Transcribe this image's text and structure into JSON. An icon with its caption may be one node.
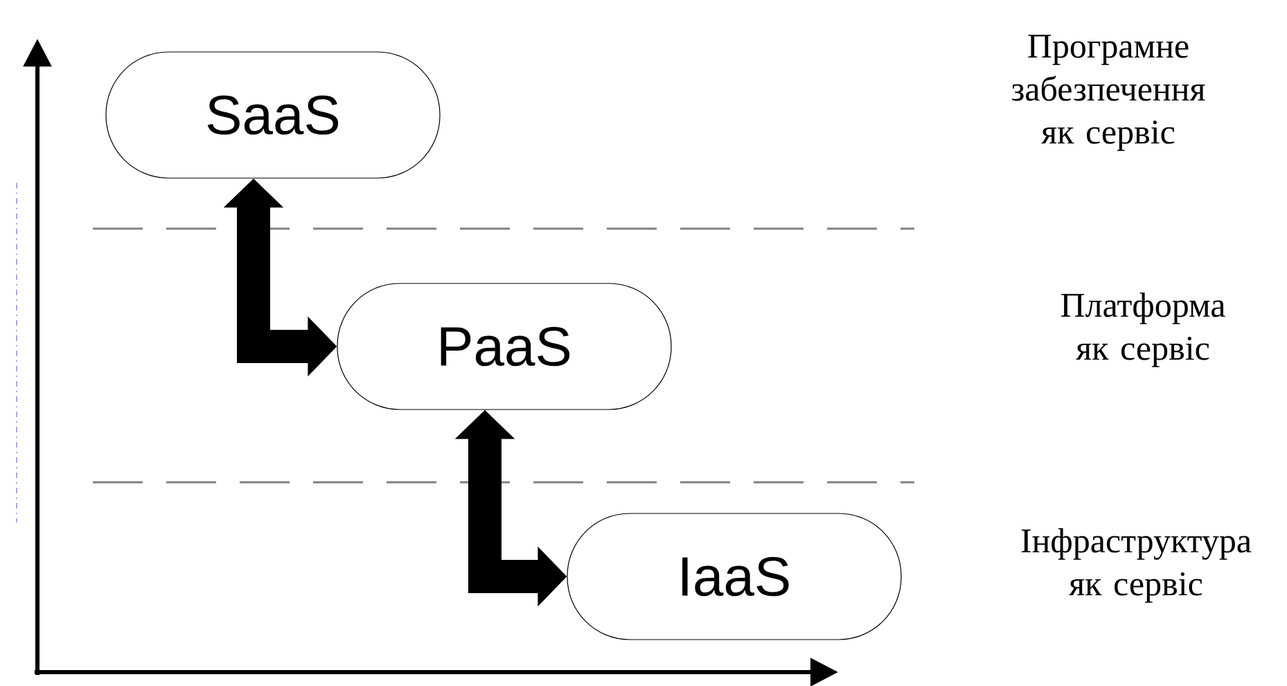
{
  "diagram": {
    "nodes": [
      {
        "text": [
          "SaaS"
        ]
      },
      {
        "text": [
          "PaaS"
        ]
      },
      {
        "text": [
          "IaaS"
        ]
      }
    ],
    "edges": [
      {
        "from": 0,
        "to": 1,
        "arrow": "both"
      },
      {
        "from": 1,
        "to": 2,
        "arrow": "both"
      }
    ],
    "labels": [
      "Програмне забезпечення як сервіс",
      "Платформа як сервіс",
      "Інфраструктура як сервіс"
    ]
  }
}
